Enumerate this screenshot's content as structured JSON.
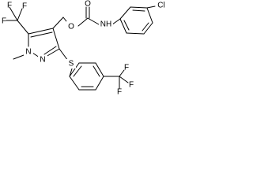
{
  "atoms": {
    "f1": "F",
    "f2": "F",
    "f3": "F",
    "n1": "N",
    "n2": "N",
    "methyl_label": "methyl",
    "o_ester": "O",
    "o_carbonyl": "O",
    "nh": "NH",
    "cl": "Cl",
    "s": "S",
    "f4": "F",
    "f5": "F",
    "f6": "F"
  },
  "colors": {
    "bond": "#000000",
    "text": "#000000",
    "background": "#ffffff"
  }
}
